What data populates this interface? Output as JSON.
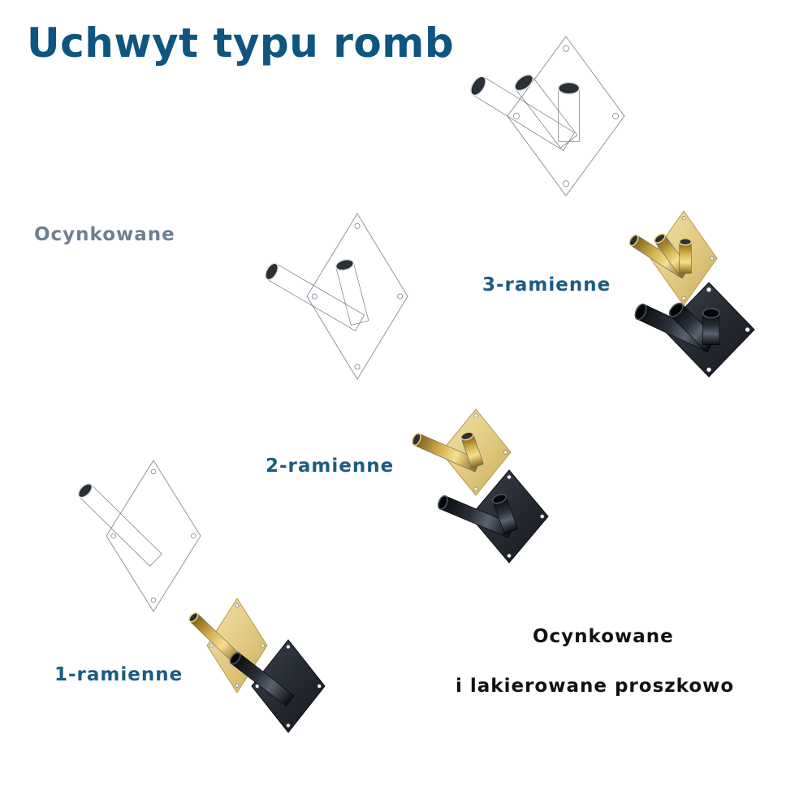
{
  "title": "Uchwyt typu romb",
  "labels": {
    "galvanized": "Ocynkowane",
    "three_arm": "3-ramienne",
    "two_arm": "2-ramienne",
    "one_arm": "1-ramienne",
    "footer_line1": "Ocynkowane",
    "footer_line2": "i lakierowane proszkowo"
  },
  "colors": {
    "title": "#0f5580",
    "label_blue": "#1b5c82",
    "label_grey": "#6e7f92",
    "footer_text": "#111111",
    "galvanized_plate": "#b9c6d3",
    "gold_plate": "#e3cb83",
    "black_plate": "#262b33"
  },
  "products": [
    {
      "name": "bracket-3-arm-galvanized",
      "finish": "galvanized",
      "arms": 3,
      "icon": "bracket-icon"
    },
    {
      "name": "bracket-3-arm-gold",
      "finish": "gold",
      "arms": 3,
      "icon": "bracket-icon"
    },
    {
      "name": "bracket-3-arm-black",
      "finish": "black",
      "arms": 3,
      "icon": "bracket-icon"
    },
    {
      "name": "bracket-2-arm-galvanized",
      "finish": "galvanized",
      "arms": 2,
      "icon": "bracket-icon"
    },
    {
      "name": "bracket-2-arm-gold",
      "finish": "gold",
      "arms": 2,
      "icon": "bracket-icon"
    },
    {
      "name": "bracket-2-arm-black",
      "finish": "black",
      "arms": 2,
      "icon": "bracket-icon"
    },
    {
      "name": "bracket-1-arm-galvanized",
      "finish": "galvanized",
      "arms": 1,
      "icon": "bracket-icon"
    },
    {
      "name": "bracket-1-arm-gold",
      "finish": "gold",
      "arms": 1,
      "icon": "bracket-icon"
    },
    {
      "name": "bracket-1-arm-black",
      "finish": "black",
      "arms": 1,
      "icon": "bracket-icon"
    }
  ]
}
